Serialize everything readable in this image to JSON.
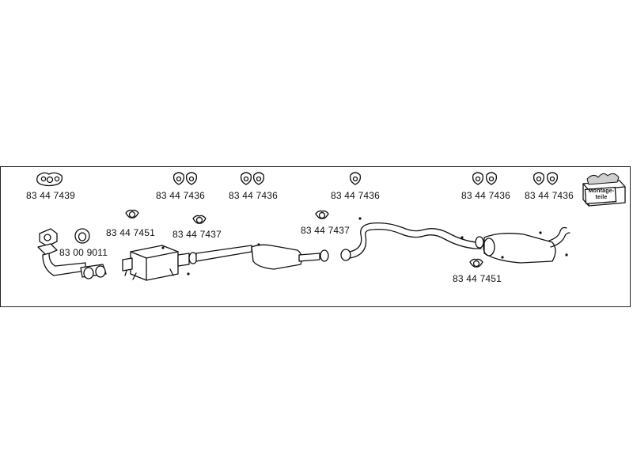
{
  "parts": [
    {
      "id": "gasket-top-1",
      "part_number": "83 44 7439"
    },
    {
      "id": "hangers-top-2",
      "part_number": "83 44 7436"
    },
    {
      "id": "hangers-top-3",
      "part_number": "83 44 7436"
    },
    {
      "id": "hanger-top-4",
      "part_number": "83 44 7436"
    },
    {
      "id": "hangers-top-5",
      "part_number": "83 44 7436"
    },
    {
      "id": "hangers-top-6",
      "part_number": "83 44 7436"
    },
    {
      "id": "gasket-mid-1",
      "part_number": "83 44 7451"
    },
    {
      "id": "gasket-mid-2",
      "part_number": "83 44 7437"
    },
    {
      "id": "gasket-mid-3",
      "part_number": "83 44 7437"
    },
    {
      "id": "gasket-mid-4",
      "part_number": "83 00 9011"
    },
    {
      "id": "gasket-lower-right",
      "part_number": "83 44 7451"
    }
  ],
  "mounting_kit": {
    "label_line1": "Montage-",
    "label_line2": "teile"
  },
  "colors": {
    "line": "#111111",
    "shade": "#cfcfcf",
    "background": "#ffffff"
  }
}
